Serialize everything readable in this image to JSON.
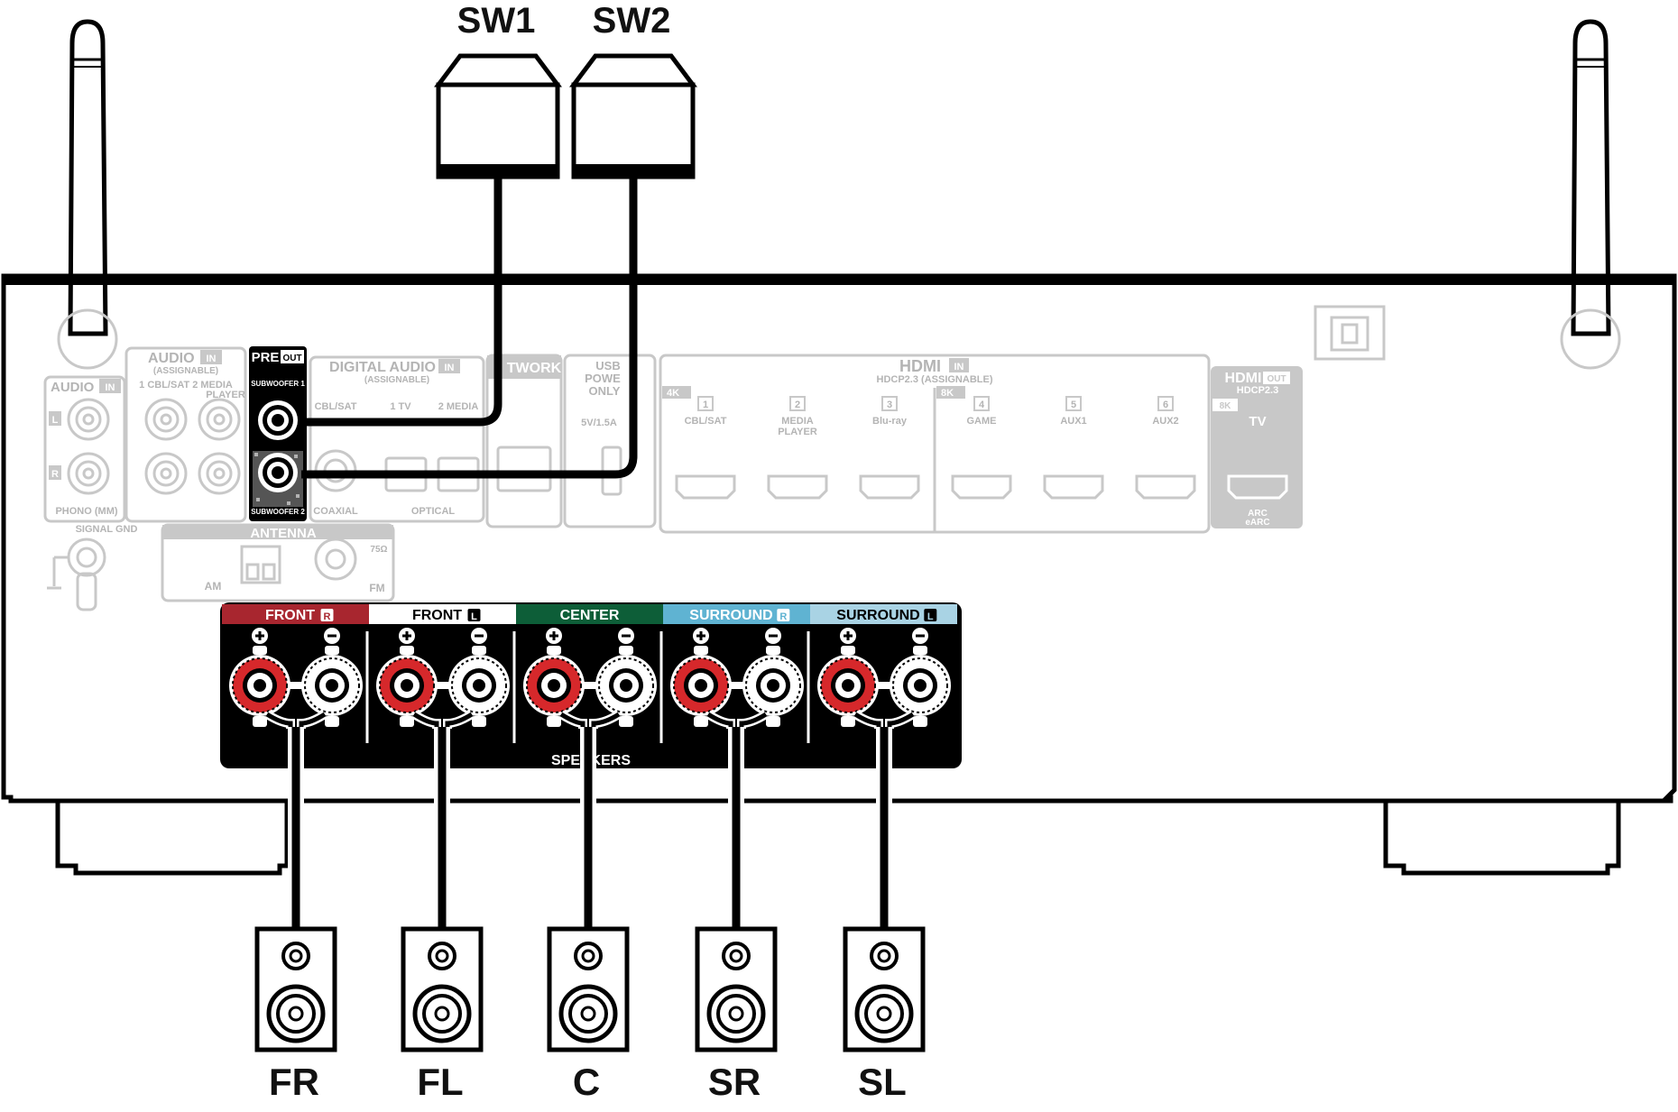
{
  "subwoofers": [
    {
      "label": "SW1"
    },
    {
      "label": "SW2"
    }
  ],
  "speakers_out": [
    {
      "label": "FR"
    },
    {
      "label": "FL"
    },
    {
      "label": "C"
    },
    {
      "label": "SR"
    },
    {
      "label": "SL"
    }
  ],
  "terminal_groups": [
    {
      "label": "FRONT",
      "side": "R",
      "color": "#a8262f",
      "text_color": "#ffffff"
    },
    {
      "label": "FRONT",
      "side": "L",
      "color": "#ffffff",
      "text_color": "#000000"
    },
    {
      "label": "CENTER",
      "side": "",
      "color": "#0d5e38",
      "text_color": "#ffffff"
    },
    {
      "label": "SURROUND",
      "side": "R",
      "color": "#5fb3d2",
      "text_color": "#ffffff"
    },
    {
      "label": "SURROUND",
      "side": "L",
      "color": "#a9d3e4",
      "text_color": "#000000"
    }
  ],
  "speakers_panel": {
    "label": "SPEAKERS"
  },
  "preout": {
    "title": "PRE",
    "badge": "OUT",
    "sub1": "SUBWOOFER 1",
    "sub2": "SUBWOOFER 2"
  },
  "panel": {
    "audio_in_assignable": {
      "title": "AUDIO",
      "badge": "IN",
      "sub": "(ASSIGNABLE)",
      "inputs": "1 CBL/SAT  2  MEDIA",
      "player": "PLAYER"
    },
    "audio_in": {
      "title": "AUDIO",
      "badge": "IN",
      "l": "L",
      "r": "R",
      "phono": "PHONO (MM)",
      "gnd": "SIGNAL GND"
    },
    "digital_audio": {
      "title": "DIGITAL AUDIO",
      "badge": "IN",
      "sub": "(ASSIGNABLE)",
      "cbl": "CBL/SAT",
      "tv": "1   TV",
      "media": "2 MEDIA",
      "coaxial": "COAXIAL",
      "optical": "OPTICAL"
    },
    "network": {
      "title": "TWORK"
    },
    "usb": {
      "line1": "USB",
      "line2": "POWE",
      "line3": "ONLY",
      "rating": "5V/1.5A"
    },
    "hdmi_in": {
      "title": "HDMI",
      "badge": "IN",
      "sub": "HDCP2.3  (ASSIGNABLE)",
      "tag4k": "4K",
      "tag8k": "8K",
      "ports": [
        {
          "num": "1",
          "name": "CBL/SAT",
          "name2": ""
        },
        {
          "num": "2",
          "name": "MEDIA",
          "name2": "PLAYER"
        },
        {
          "num": "3",
          "name": "Blu-ray",
          "name2": ""
        },
        {
          "num": "4",
          "name": "GAME",
          "name2": ""
        },
        {
          "num": "5",
          "name": "AUX1",
          "name2": ""
        },
        {
          "num": "6",
          "name": "AUX2",
          "name2": ""
        }
      ]
    },
    "hdmi_out": {
      "title": "HDMI",
      "badge": "OUT",
      "sub": "HDCP2.3",
      "tag": "8K",
      "tv": "TV",
      "arc": "ARC",
      "earc": "eARC"
    },
    "antenna": {
      "title": "ANTENNA",
      "am": "AM",
      "fm": "FM",
      "ohm": "75Ω"
    }
  },
  "colors": {
    "line": "#000000",
    "ghost": "#c8c8c8",
    "terminal_red": "#d6282b"
  }
}
